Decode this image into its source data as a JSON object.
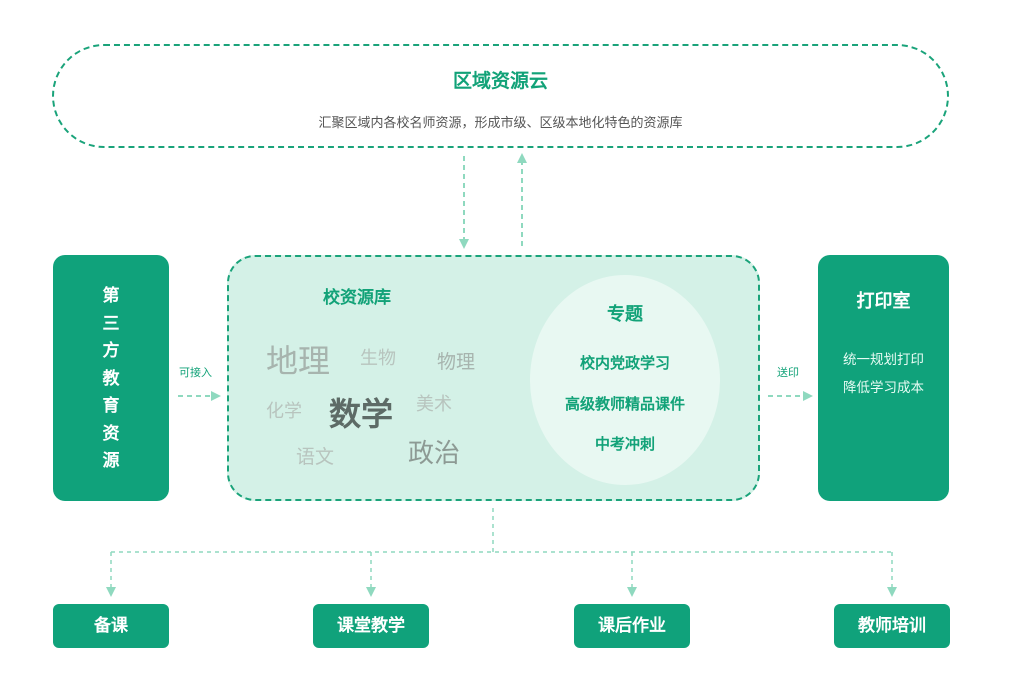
{
  "cloud": {
    "title": "区域资源云",
    "subtitle": "汇聚区域内各校名师资源，形成市级、区级本地化特色的资源库"
  },
  "left": {
    "chars": [
      "第",
      "三",
      "方",
      "教",
      "育",
      "资",
      "源"
    ],
    "label": "可接入"
  },
  "center": {
    "title": "校资源库",
    "subjects": {
      "dili": "地理",
      "shengwu": "生物",
      "wuli": "物理",
      "huaxue": "化学",
      "shuxue": "数学",
      "meishu": "美术",
      "yuwen": "语文",
      "zhengzhi": "政治"
    },
    "topics": {
      "title": "专题",
      "items": [
        "校内党政学习",
        "高级教师精品课件",
        "中考冲刺"
      ]
    }
  },
  "right": {
    "label": "送印",
    "title": "打印室",
    "lines": [
      "统一规划打印",
      "降低学习成本"
    ]
  },
  "bottom": [
    "备课",
    "课堂教学",
    "课后作业",
    "教师培训"
  ],
  "colors": {
    "primary": "#10a27b",
    "light_fill": "#d4f1e7",
    "arrow": "#8fd9bf",
    "subject_gray": "#a7b4ae"
  }
}
